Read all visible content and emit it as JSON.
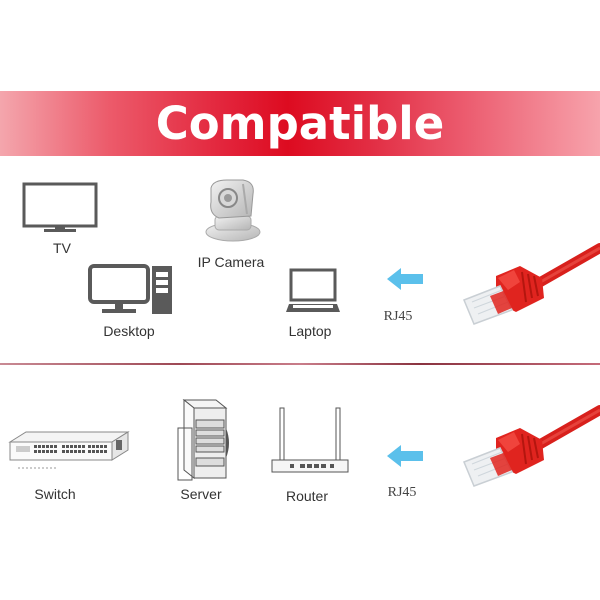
{
  "banner": {
    "title": "Compatible",
    "gradient_colors": [
      "#f4a6ad",
      "#dd0b20",
      "#f7a3ac"
    ]
  },
  "top_section": {
    "devices": [
      {
        "label": "TV",
        "icon": "tv-icon"
      },
      {
        "label": "IP Camera",
        "icon": "ip-camera-icon"
      },
      {
        "label": "Desktop",
        "icon": "desktop-computer-icon"
      },
      {
        "label": "Laptop",
        "icon": "laptop-icon"
      }
    ],
    "connector": {
      "label": "RJ45",
      "arrow_icon": "arrow-left-icon",
      "cable_icon": "rj45-cable-icon"
    }
  },
  "bottom_section": {
    "devices": [
      {
        "label": "Switch",
        "icon": "network-switch-icon"
      },
      {
        "label": "Server",
        "icon": "server-rack-icon"
      },
      {
        "label": "Router",
        "icon": "router-icon"
      }
    ],
    "connector": {
      "label": "RJ45",
      "arrow_icon": "arrow-left-icon",
      "cable_icon": "rj45-cable-icon"
    }
  },
  "colors": {
    "arrow": "#5bc0eb",
    "cable": "#e0241f",
    "icon_gray": "#5a5a5a",
    "divider": "#a0505c"
  }
}
